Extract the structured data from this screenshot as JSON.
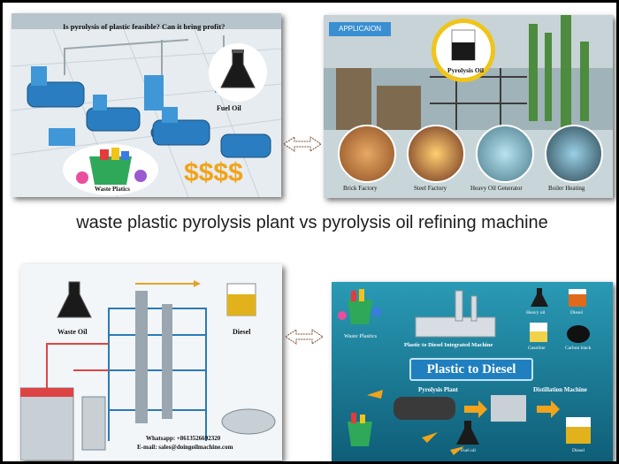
{
  "headline": "waste  plastic pyrolysis plant vs pyrolysis oil refining machine",
  "panel_top_left": {
    "question": "Is pyrolysis of plastic feasible? Can it bring profit?",
    "fuel_oil_label": "Fuel Oil",
    "waste_label": "Waste Platics",
    "money_symbols": "$$$$"
  },
  "panel_top_right": {
    "tag": "APPLICAION",
    "pyrolysis_oil_label": "Pyrolysis Oil",
    "applications": [
      "Brick Factory",
      "Steel Factory",
      "Heavy Oil Generator",
      "Boiler Heating"
    ]
  },
  "panel_bottom_left": {
    "waste_oil_label": "Waste Oil",
    "diesel_label": "Diesel",
    "contact_whatsapp": "Whatsapp: +8613526692320",
    "contact_email": "E-mail: sales@doingoilmachine.com"
  },
  "panel_bottom_right": {
    "waste_label": "Waste Plastics",
    "integrated_label": "Plastic to Diesel Integrated Machine",
    "product_labels": [
      "Heavy oil",
      "Diesel",
      "Gasoline",
      "Carbon black"
    ],
    "banner": "Plastic to Diesel",
    "pyrolysis_plant_label": "Pyrolysis Plant",
    "distillation_label": "Distillation Machine",
    "fuel_oil_label": "Fuel oil",
    "diesel_label": "Diesel"
  },
  "colors": {
    "banner_blue": "#1f7fbf",
    "banner_text": "#ffffff",
    "tag_bg": "#3a8fd1",
    "orange_arrow": "#f2a31b",
    "oil_yellow": "#e2b21c",
    "oil_dark": "#1a1a1a"
  }
}
